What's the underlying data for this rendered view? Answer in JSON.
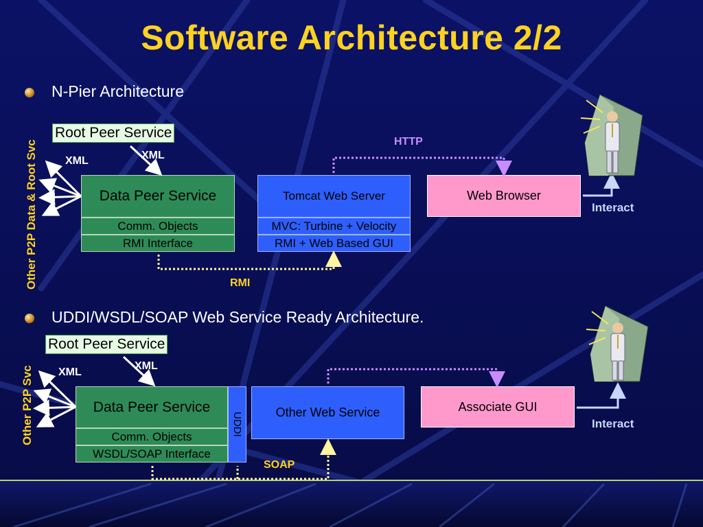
{
  "slide": {
    "title": "Software Architecture 2/2",
    "colors": {
      "background": "#0a0f5e",
      "title": "#ffd21f",
      "green": "#2e8b57",
      "blue": "#2e5ffc",
      "pink": "#ff99cc"
    }
  },
  "section1": {
    "bullet": "N-Pier Architecture",
    "side_label": "Other P2P Data & Root Svc",
    "root_peer": "Root Peer Service",
    "xml_left": "XML",
    "xml_right": "XML",
    "data_peer": {
      "title": "Data Peer Service",
      "row1": "Comm. Objects",
      "row2": "RMI Interface"
    },
    "tomcat": {
      "title": "Tomcat Web Server",
      "row1": "MVC: Turbine + Velocity",
      "row2": "RMI + Web Based GUI"
    },
    "web_browser": "Web Browser",
    "http_label": "HTTP",
    "rmi_label": "RMI",
    "interact_label": "Interact",
    "user_icon": "businessman-icon"
  },
  "section2": {
    "bullet": "UDDI/WSDL/SOAP Web Service Ready Architecture.",
    "side_label": "Other P2P Svc",
    "root_peer": "Root Peer Service",
    "xml_left": "XML",
    "xml_right": "XML",
    "data_peer": {
      "title": "Data Peer Service",
      "row1": "Comm. Objects",
      "row2": "WSDL/SOAP Interface",
      "uddi": "UDDI"
    },
    "other_ws": "Other Web Service",
    "associate_gui": "Associate GUI",
    "soap_label": "SOAP",
    "interact_label": "Interact",
    "user_icon": "businessman-icon"
  }
}
